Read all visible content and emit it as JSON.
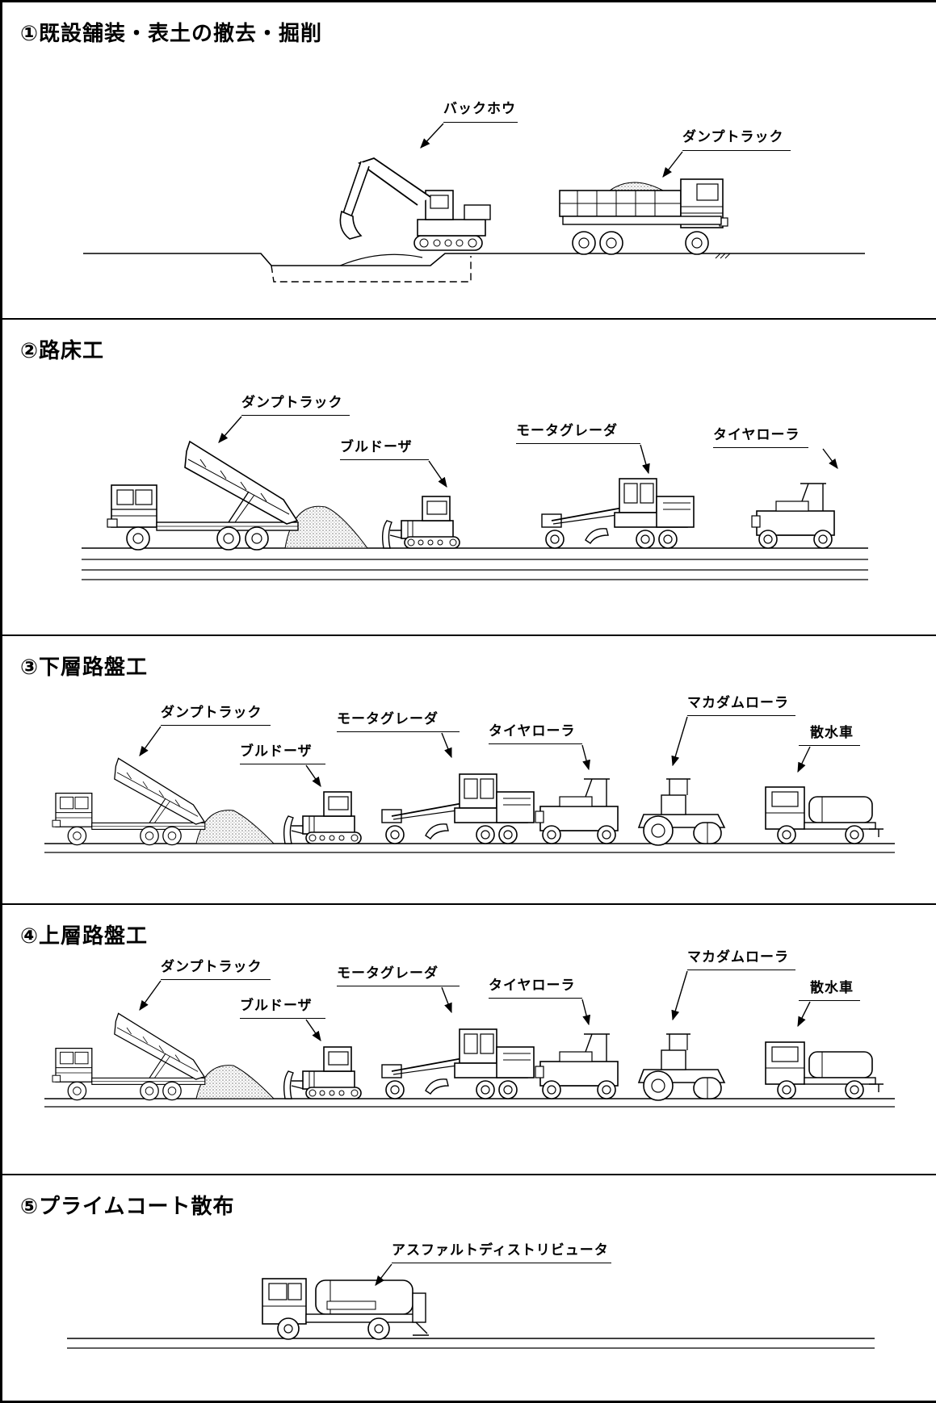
{
  "panels": [
    {
      "title": "①既設舗装・表土の撤去・掘削",
      "labels": {
        "backhoe": "バックホウ",
        "dump_truck": "ダンプトラック"
      }
    },
    {
      "title": "②路床工",
      "labels": {
        "dump_truck": "ダンプトラック",
        "bulldozer": "ブルドーザ",
        "motor_grader": "モータグレーダ",
        "tire_roller": "タイヤローラ"
      }
    },
    {
      "title": "③下層路盤工",
      "labels": {
        "dump_truck": "ダンプトラック",
        "bulldozer": "ブルドーザ",
        "motor_grader": "モータグレーダ",
        "tire_roller": "タイヤローラ",
        "macadam_roller": "マカダムローラ",
        "water_truck": "散水車"
      }
    },
    {
      "title": "④上層路盤工",
      "labels": {
        "dump_truck": "ダンプトラック",
        "bulldozer": "ブルドーザ",
        "motor_grader": "モータグレーダ",
        "tire_roller": "タイヤローラ",
        "macadam_roller": "マカダムローラ",
        "water_truck": "散水車"
      }
    },
    {
      "title": "⑤プライムコート散布",
      "labels": {
        "distributor": "アスファルトディストリビュータ"
      }
    }
  ],
  "colors": {
    "line": "#000000",
    "background": "#ffffff",
    "spoil": "#bdbdbd"
  }
}
